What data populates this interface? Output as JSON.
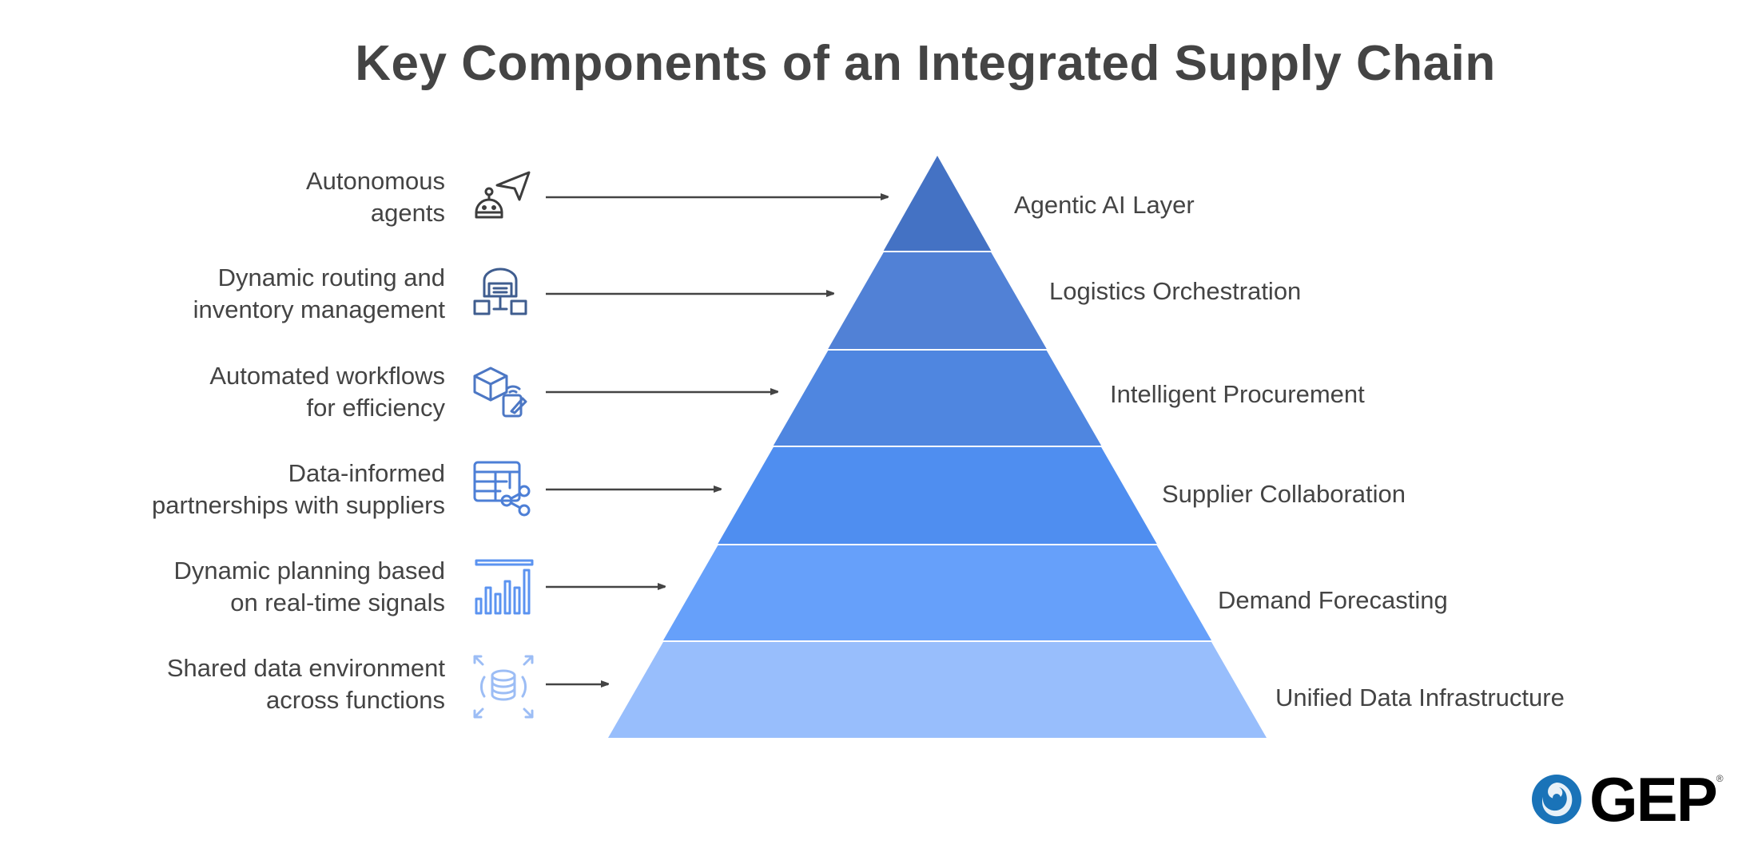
{
  "title": "Key Components of an Integrated Supply Chain",
  "layers": [
    {
      "name": "Agentic AI Layer",
      "description_line1": "Autonomous",
      "description_line2": "agents",
      "icon": "robot-send-icon",
      "color": "#4472C4",
      "icon_color": "#3d3d3d"
    },
    {
      "name": "Logistics Orchestration",
      "description_line1": "Dynamic routing and",
      "description_line2": "inventory management",
      "icon": "warehouse-network-icon",
      "color": "#5181D6",
      "icon_color": "#3f5d8f"
    },
    {
      "name": "Intelligent Procurement",
      "description_line1": "Automated workflows",
      "description_line2": "for efficiency",
      "icon": "package-signature-icon",
      "color": "#4F86E0",
      "icon_color": "#4c77c4"
    },
    {
      "name": "Supplier Collaboration",
      "description_line1": "Data-informed",
      "description_line2": "partnerships with suppliers",
      "icon": "table-share-icon",
      "color": "#4F8EF0",
      "icon_color": "#4d7fd6"
    },
    {
      "name": "Demand Forecasting",
      "description_line1": "Dynamic planning based",
      "description_line2": "on real-time signals",
      "icon": "bar-chart-icon",
      "color": "#66A0FA",
      "icon_color": "#5b93f0"
    },
    {
      "name": "Unified Data Infrastructure",
      "description_line1": "Shared data environment",
      "description_line2": "across functions",
      "icon": "database-expand-icon",
      "color": "#98BEFC",
      "icon_color": "#9cbdf5"
    }
  ],
  "logo": {
    "text": "GEP",
    "registered": "®",
    "color": "#1a73b8"
  }
}
